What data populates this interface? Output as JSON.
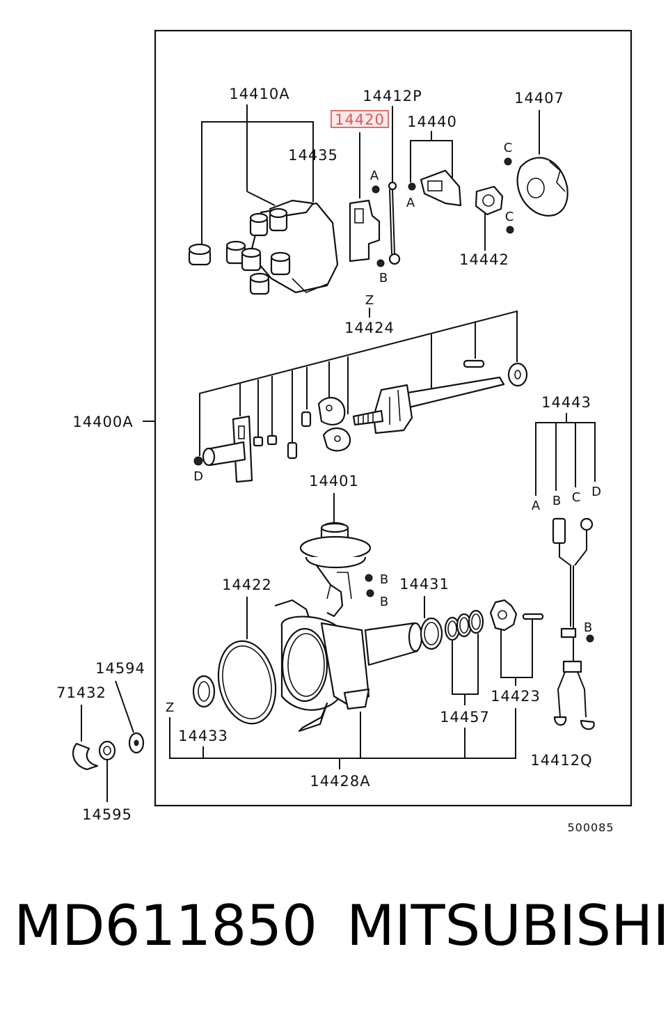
{
  "labels": {
    "cap": "14410A",
    "rotor": "14420",
    "cable_p": "14412P",
    "ignitor": "14440",
    "plate": "14407",
    "cap_seal": "14435",
    "pickup": "14442",
    "shaft_assy": "14424",
    "distributor": "14400A",
    "vacuum": "14401",
    "cable_set": "14443",
    "gasket": "14422",
    "oring": "14431",
    "oring_set": "14457",
    "gear": "14423",
    "housing": "14428A",
    "oil_seal": "14433",
    "cable_q": "14412Q",
    "washer": "14594",
    "clamp": "71432",
    "nut": "14595"
  },
  "markers": {
    "a": "A",
    "b": "B",
    "c": "C",
    "d": "D",
    "z": "Z"
  },
  "reference": "500085",
  "footer": {
    "part_number": "MD611850",
    "brand": "MITSUBISHI"
  },
  "highlight_color": "#e07070"
}
